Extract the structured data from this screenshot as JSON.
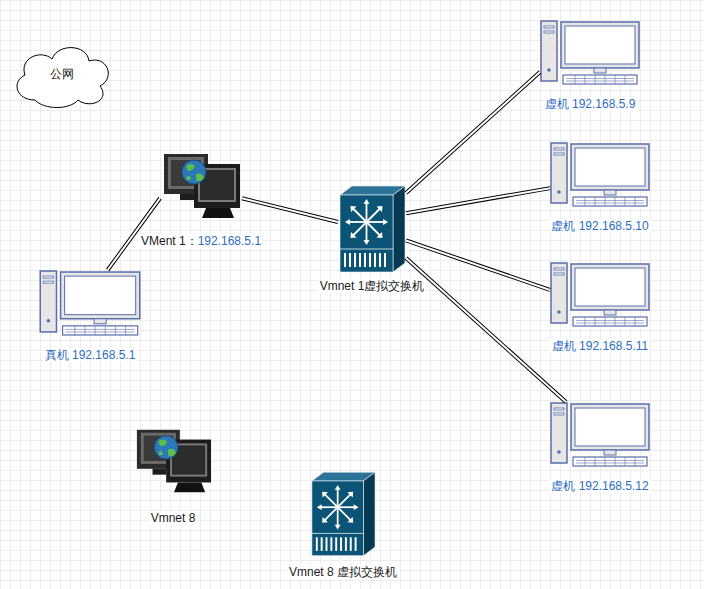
{
  "diagram": {
    "nodes": [
      {
        "text": [
          "公网"
        ]
      },
      {
        "text": [
          "虚机 192.168.5.9"
        ]
      },
      {
        "text": [
          "VMent 1：",
          "192.168.5.1"
        ]
      },
      {
        "text": [
          "虚机 192.168.5.10"
        ]
      },
      {
        "text": [
          "Vmnet 1虚拟交换机"
        ]
      },
      {
        "text": [
          "真机 192.168.5.1"
        ]
      },
      {
        "text": [
          "虚机 192.168.5.11"
        ]
      },
      {
        "text": [
          "Vmnet 8"
        ]
      },
      {
        "text": [
          "虚机 192.168.5.12"
        ]
      },
      {
        "text": [
          "Vmnet 8 虚拟交换机"
        ]
      }
    ],
    "edges": [
      {
        "from": 5,
        "to": 2,
        "arrow": "none"
      },
      {
        "from": 2,
        "to": 4,
        "arrow": "none"
      },
      {
        "from": 4,
        "to": 1,
        "arrow": "none"
      },
      {
        "from": 4,
        "to": 3,
        "arrow": "none"
      },
      {
        "from": 4,
        "to": 6,
        "arrow": "none"
      },
      {
        "from": 4,
        "to": 8,
        "arrow": "none"
      }
    ]
  }
}
